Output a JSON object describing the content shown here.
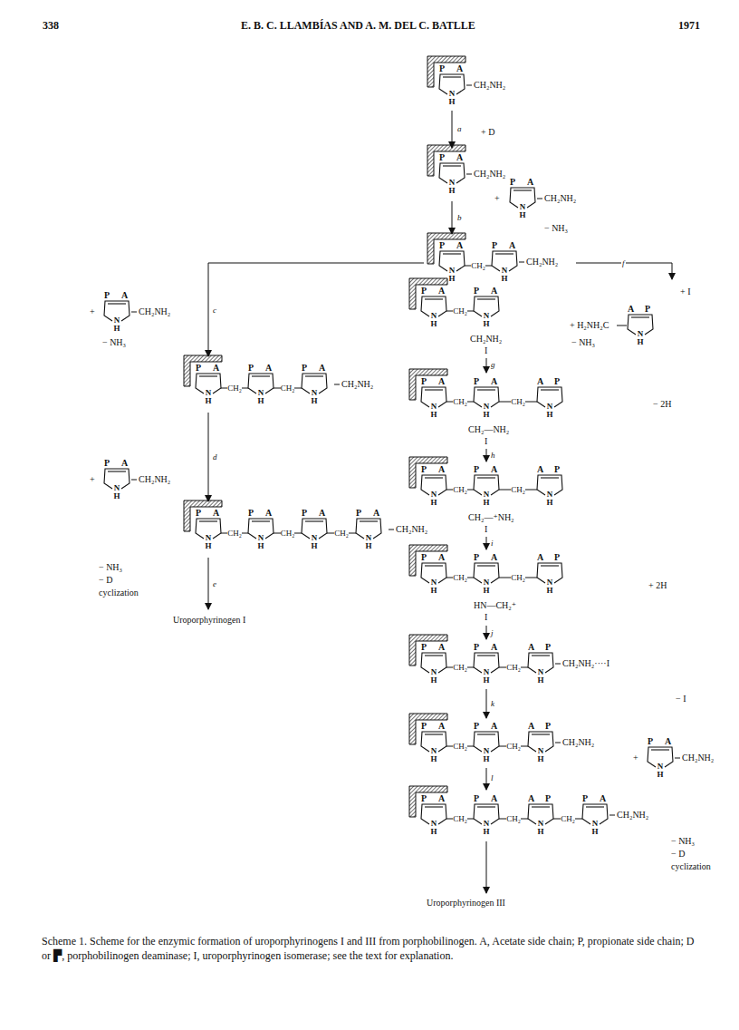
{
  "diagram": {
    "caption": "Scheme 1. Scheme for the enzymic formation of uroporphyrinogens I and III from porphobilinogen. A, Acetate side chain; P, propionate side chain; D or ▛, porphobilinogen deaminase; I, uroporphyrinogen isomerase; see the text for explanation.",
    "nodes": [
      {
        "text": [
          "P",
          "A",
          "N H"
        ]
      },
      {
        "text": [
          "P",
          "A",
          "N H"
        ]
      },
      {
        "text": [
          "P",
          "A",
          "N H"
        ]
      },
      {
        "text": [
          "P",
          "A",
          "N H"
        ]
      },
      {
        "text": [
          "P",
          "A",
          "N H"
        ]
      },
      {
        "text": [
          "P",
          "A",
          "N H"
        ]
      },
      {
        "text": [
          "P",
          "A",
          "N H"
        ]
      },
      {
        "text": [
          "P",
          "A",
          "N H"
        ]
      },
      {
        "text": [
          "P",
          "A",
          "N H"
        ]
      },
      {
        "text": [
          "P",
          "A",
          "N H"
        ]
      },
      {
        "text": [
          "P",
          "A",
          "N H"
        ]
      },
      {
        "text": [
          "P",
          "A",
          "N H"
        ]
      },
      {
        "text": [
          "P",
          "A",
          "N H"
        ]
      },
      {
        "text": [
          "P",
          "A",
          "N H"
        ]
      },
      {
        "text": [
          "P",
          "A",
          "N H"
        ]
      },
      {
        "text": [
          "P",
          "A",
          "N H"
        ]
      },
      {
        "text": [
          "A",
          "P",
          "N H"
        ]
      },
      {
        "text": [
          "P",
          "A",
          "N H"
        ]
      },
      {
        "text": [
          "P",
          "A",
          "N H"
        ]
      },
      {
        "text": [
          "A",
          "P",
          "N H"
        ]
      },
      {
        "text": [
          "P",
          "A",
          "N H"
        ]
      },
      {
        "text": [
          "P",
          "A",
          "N H"
        ]
      },
      {
        "text": [
          "A",
          "P",
          "N H"
        ]
      },
      {
        "text": [
          "P",
          "A",
          "N H"
        ]
      },
      {
        "text": [
          "P",
          "A",
          "N H"
        ]
      },
      {
        "text": [
          "A",
          "P",
          "N H"
        ]
      },
      {
        "text": [
          "P",
          "A",
          "N H"
        ]
      },
      {
        "text": [
          "P",
          "A",
          "N H"
        ]
      },
      {
        "text": [
          "A",
          "P",
          "N H"
        ]
      },
      {
        "text": [
          "P",
          "A",
          "N H"
        ]
      },
      {
        "text": [
          "P",
          "A",
          "N H"
        ]
      },
      {
        "text": [
          "A",
          "P",
          "N H"
        ]
      },
      {
        "text": [
          "P",
          "A",
          "N H"
        ]
      },
      {
        "text": [
          "P",
          "A",
          "N H"
        ]
      },
      {
        "text": [
          "P",
          "A",
          "N H"
        ]
      },
      {
        "text": [
          "A",
          "P",
          "N H"
        ]
      },
      {
        "text": [
          "P",
          "A",
          "N H"
        ]
      }
    ],
    "edges": [
      {
        "from": 3,
        "to": 4,
        "label": "CH₂",
        "arrow": "none"
      },
      {
        "from": 6,
        "to": 7,
        "label": "CH₂",
        "arrow": "none"
      },
      {
        "from": 7,
        "to": 8,
        "label": "CH₂",
        "arrow": "none"
      },
      {
        "from": 10,
        "to": 11,
        "label": "CH₂",
        "arrow": "none"
      },
      {
        "from": 11,
        "to": 12,
        "label": "CH₂",
        "arrow": "none"
      },
      {
        "from": 12,
        "to": 13,
        "label": "CH₂",
        "arrow": "none"
      },
      {
        "from": 14,
        "to": 15,
        "label": "CH₂",
        "arrow": "none"
      },
      {
        "from": 17,
        "to": 18,
        "label": "CH₂",
        "arrow": "none"
      },
      {
        "from": 18,
        "to": 19,
        "label": "CH₂",
        "arrow": "none"
      },
      {
        "from": 20,
        "to": 21,
        "label": "CH₂",
        "arrow": "none"
      },
      {
        "from": 21,
        "to": 22,
        "label": "CH₂",
        "arrow": "none"
      },
      {
        "from": 23,
        "to": 24,
        "label": "CH₂",
        "arrow": "none"
      },
      {
        "from": 24,
        "to": 25,
        "label": "CH₂",
        "arrow": "none"
      },
      {
        "from": 26,
        "to": 27,
        "label": "CH₂",
        "arrow": "none"
      },
      {
        "from": 27,
        "to": 28,
        "label": "CH₂",
        "arrow": "none"
      },
      {
        "from": 29,
        "to": 30,
        "label": "CH₂",
        "arrow": "none"
      },
      {
        "from": 30,
        "to": 31,
        "label": "CH₂",
        "arrow": "none"
      },
      {
        "from": 33,
        "to": 34,
        "label": "CH₂",
        "arrow": "none"
      },
      {
        "from": 34,
        "to": 35,
        "label": "CH₂",
        "arrow": "none"
      },
      {
        "from": 35,
        "to": 36,
        "label": "CH₂",
        "arrow": "none"
      }
    ],
    "labels": [
      "338",
      "E. B. C. LLAMBÍAS AND A. M. DEL C. BATLLE",
      "1971",
      "CH₂NH₂",
      "a",
      "+ D",
      "CH₂NH₂",
      "b",
      "+",
      "CH₂NH₂",
      "− NH₃",
      "CH₂NH₂",
      "c",
      "f",
      "+ I",
      "+",
      "CH₂NH₂",
      "− NH₃",
      "CH₂NH₂",
      "d",
      "+",
      "CH₂NH₂",
      "CH₂NH₂",
      "− NH₃",
      "− D",
      "cyclization",
      "e",
      "Uroporphyrinogen I",
      "CH₂NH₂",
      "I",
      "+ H₂NH₂C",
      "− NH₃",
      "g",
      "CH₂—NH₂",
      "I",
      "− 2H",
      "h",
      "CH₂—⁺NH₂",
      "I",
      "i",
      "HN—CH₂⁺",
      "I",
      "+ 2H",
      "j",
      "CH₂NH₂····I",
      "k",
      "− I",
      "CH₂NH₂",
      "l",
      "+",
      "CH₂NH₂",
      "CH₂NH₂",
      "− NH₃",
      "− D",
      "cyclization",
      "Uroporphyrinogen III"
    ]
  }
}
